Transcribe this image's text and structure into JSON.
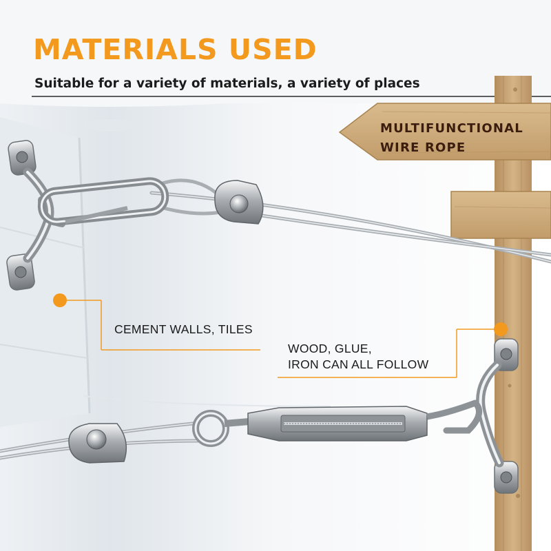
{
  "header": {
    "title": "MATERIALS USED",
    "subtitle": "Suitable for a variety of materials, a variety of places"
  },
  "sign": {
    "line1": "MULTIFUNCTIONAL",
    "line2": "WIRE ROPE"
  },
  "callouts": {
    "cement": "CEMENT WALLS, TILES",
    "wood_line1": "WOOD, GLUE,",
    "wood_line2": "IRON CAN ALL FOLLOW"
  },
  "colors": {
    "accent": "#f39a1e",
    "title": "#f39a1e",
    "sign_text": "#3b1d10",
    "wood": "#c9a677"
  }
}
